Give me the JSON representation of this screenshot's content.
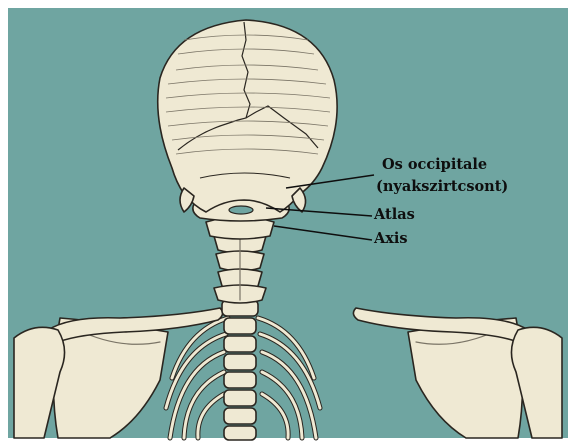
{
  "colors": {
    "background": "#6fa5a1",
    "bone": "#efe9d3",
    "outline": "#2a2620",
    "shading": "#7a7466",
    "label_text": "#0e0e0e",
    "frame": "#ffffff"
  },
  "labels": {
    "os_occipitale": "Os occipitale",
    "nyakszirtcsont": "(nyakszirtcsont)",
    "atlas": "Atlas",
    "axis": "Axis"
  }
}
